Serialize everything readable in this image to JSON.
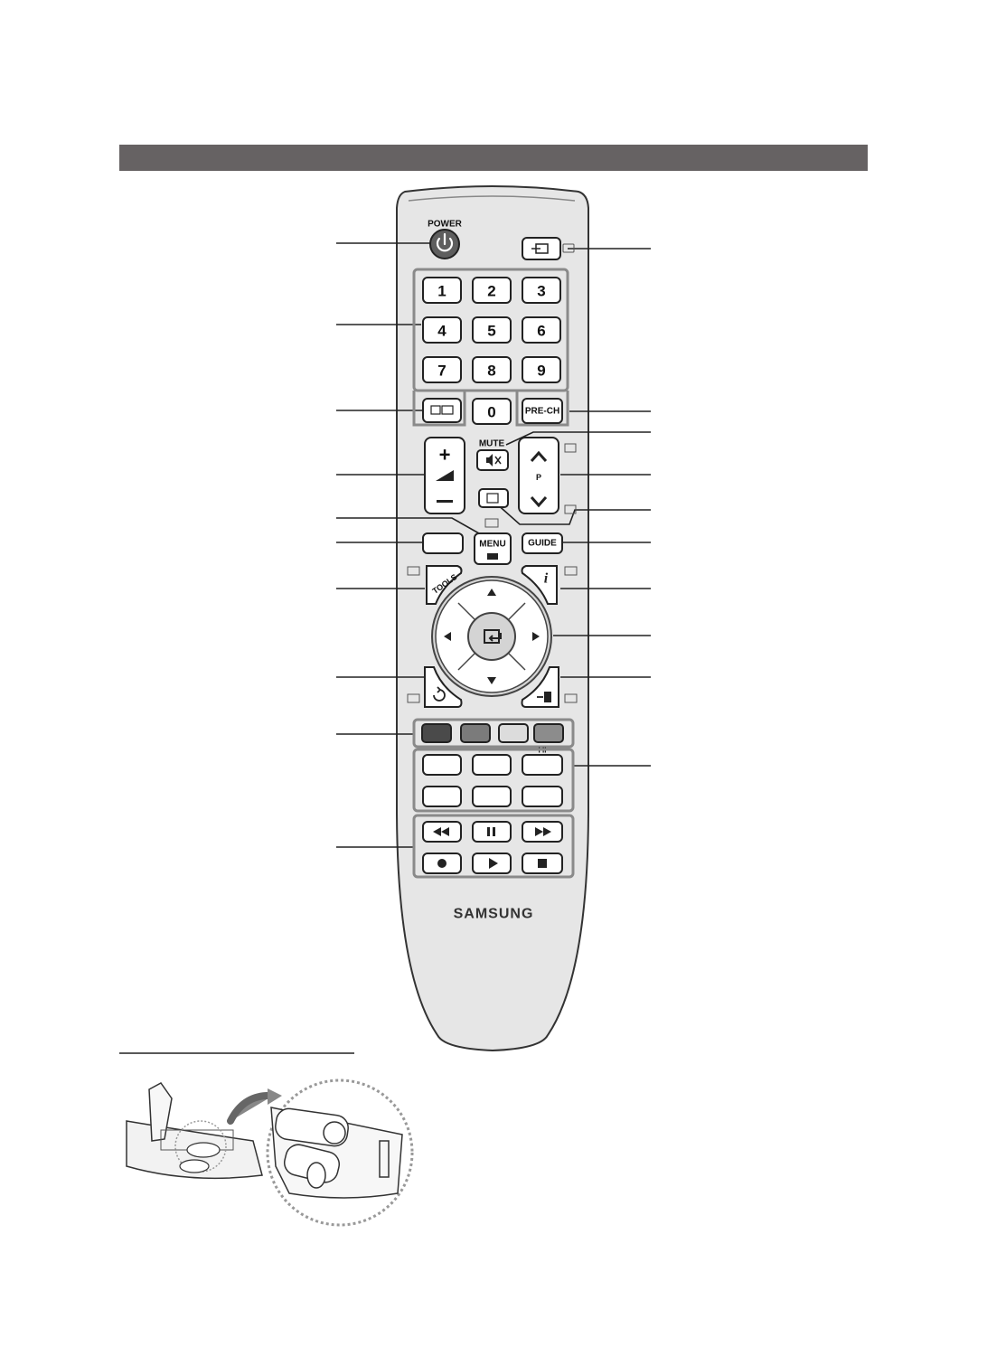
{
  "remote": {
    "power_label": "POWER",
    "number_keys": [
      "1",
      "2",
      "3",
      "4",
      "5",
      "6",
      "7",
      "8",
      "9"
    ],
    "zero_key": "0",
    "pre_ch_label": "PRE-CH",
    "mute_label": "MUTE",
    "channel_label": "P",
    "menu_label": "MENU",
    "guide_label": "GUIDE",
    "tools_label": "TOOLS",
    "info_label": "i",
    "color_keys": [
      "#4a4a4a",
      "#7b7b7b",
      "#dcdcdc",
      "#8c8c8c"
    ],
    "color_keys_caption": "I II",
    "brand": "SAMSUNG"
  },
  "colors": {
    "header_bar": "#666263",
    "remote_body": "#e6e6e6",
    "outline": "#3a3a3a",
    "group_border": "#8a8a8a"
  },
  "icons": [
    "power-icon",
    "source-icon",
    "mute-icon",
    "enter-icon",
    "return-icon",
    "exit-icon",
    "tools-icon",
    "rewind-icon",
    "pause-icon",
    "fast-forward-icon",
    "record-icon",
    "play-icon",
    "stop-icon",
    "teletext-icons"
  ]
}
